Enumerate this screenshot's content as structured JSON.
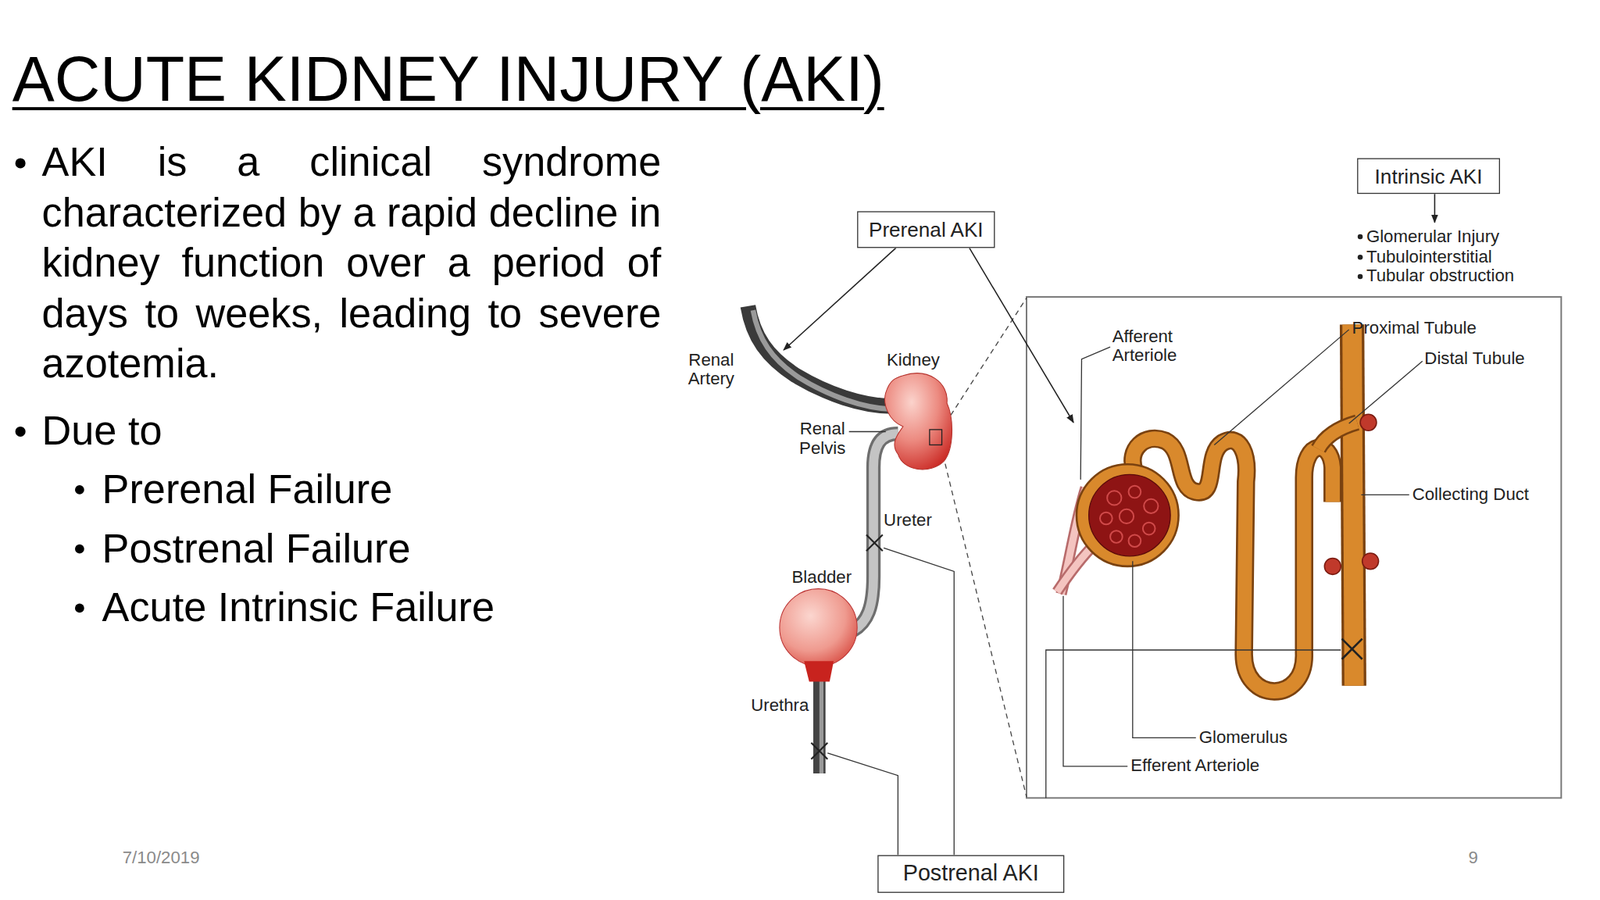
{
  "diagram": {
    "title": "ACUTE KIDNEY INJURY (AKI)",
    "nodes": [
      {
        "text": [
          "Prerenal AKI"
        ]
      },
      {
        "text": [
          "Intrinsic AKI"
        ]
      },
      {
        "text": [
          "Postrenal AKI"
        ]
      }
    ],
    "labels": [
      "AKI is a clinical syndrome characterized by a rapid decline in kidney function over a period of days to weeks, leading to severe azotemia.",
      "Due to",
      "Prerenal Failure",
      "Postrenal Failure",
      "Acute Intrinsic Failure",
      "Renal Artery",
      "Kidney",
      "Renal Pelvis",
      "Ureter",
      "Bladder",
      "Urethra",
      "Glomerular Injury",
      "Tubulointerstitial",
      "Tubular obstruction",
      "Afferent Arteriole",
      "Proximal Tubule",
      "Distal Tubule",
      "Collecting Duct",
      "Glomerulus",
      "Efferent Arteriole",
      "7/10/2019",
      "9"
    ]
  }
}
